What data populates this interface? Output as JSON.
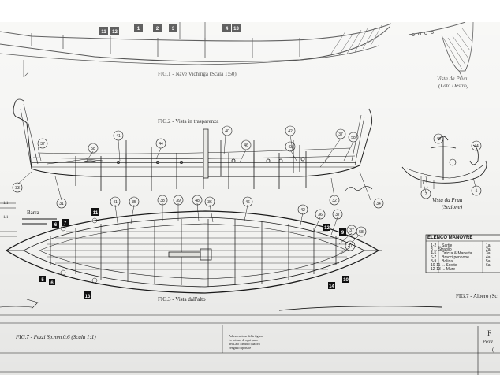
{
  "captions": {
    "fig1": "FIG.1 - Nave Vichinga (Scala 1:50)",
    "prua_top_1": "Vista da Prua",
    "prua_top_2": "(Lato Destro)",
    "fig2": "FIG.2 - Vista in trasparenza",
    "prua_mid_1": "Vista da Prua",
    "prua_mid_2": "(Sezione)",
    "barra": "Barra",
    "fig3": "FIG.3 - Vista dall'alto",
    "fig7": "FIG.7 - Albero (Sc",
    "fig_bottom": "FIG.7 - Pezzi Sp.mm.0.6 (Scala 1:1)",
    "note_1": "Ad esecuzione della figura",
    "note_2": "Le misure di ogni parte",
    "note_3": "del Lato Sinistro qualora",
    "note_4": "vengano riportate",
    "corner_1": "F",
    "corner_2": "Pezz",
    "corner_3": "(",
    "left_1": "1/1",
    "left_2": "1/1"
  },
  "table": {
    "title": "ELENCO MANOVRE",
    "rows": [
      "1-2 ... Sartie",
      "3 ... Straglio",
      "4-5 ... Drizza & Manetta",
      "6-7 ... Bracci pennone",
      "8-9 ... Bolina",
      "10-11 ... Scotte",
      "12-13 ... Mure"
    ],
    "right_col": [
      "1a",
      "2a",
      "3a",
      "4a",
      "5a",
      "6a"
    ]
  },
  "markers_black": [
    "11",
    "12",
    "1",
    "2",
    "3",
    "4",
    "13",
    "6",
    "7",
    "11",
    "12",
    "9",
    "5",
    "6",
    "10",
    "14",
    "13"
  ],
  "callouts_fig2": [
    "41",
    "44",
    "40",
    "46",
    "42",
    "43",
    "37",
    "58",
    "37",
    "33",
    "31",
    "32",
    "34",
    "58"
  ],
  "callouts_fig3": [
    "41",
    "35",
    "38",
    "39",
    "48",
    "36",
    "46",
    "42",
    "36",
    "37",
    "37",
    "58",
    "37"
  ],
  "callouts_bow": [
    "40",
    "44",
    "7",
    "5"
  ]
}
